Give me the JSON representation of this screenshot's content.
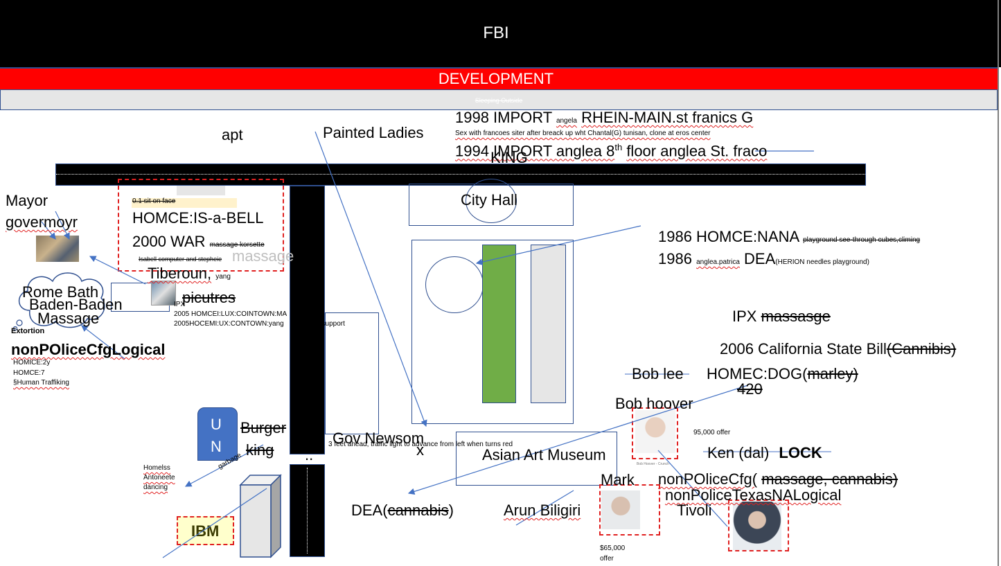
{
  "header": {
    "title": "FBI",
    "banner": "DEVELOPMENT",
    "subbar": "Sleeping Outside"
  },
  "labels": {
    "apt": "apt",
    "painted_ladies": "Painted Ladies",
    "import_1998": "1998 IMPORT",
    "import_1998_small": "angela",
    "import_1998_rest": "RHEIN-MAIN.st franics G",
    "sex_line": "Sex with francoes siter after breack up wht Chantal(G) tunisan, clone at eros center",
    "import_1994": "1994 IMPORT anglea 8",
    "import_1994_sup": "th",
    "import_1994_rest": "floor anglea St. fraco",
    "king_top": "KING",
    "city_hall": "City Hall",
    "mayor": "Mayor",
    "govermoyr": "govermoyr",
    "sit_on_face": "0.1 sit on face",
    "homce_bell": "HOMCE:IS-a-BELL",
    "war_2000": "2000 WAR",
    "massage_korsette": "massage korsette",
    "massage_ghost": "massage",
    "isabell": "Isabell computer and stepheie",
    "tiberoun": "Tiberoun,",
    "yang": "yang",
    "picutres": "picutres",
    "ipx_small": "IPX",
    "homcei_2005": "2005 HOMCEI:LUX:COINTOWN:MA",
    "hocemi_2005": "2005HOCEMI:UX:CONTOWN:yang",
    "support": "support",
    "rome_bath": "Rome Bath",
    "baden": "Baden-Baden",
    "massage_cloud": "Massage",
    "extortion": "Extortion",
    "nonpolice_logical": "nonPOliceCfgLogical",
    "homice_2y": "HOMICE:2y",
    "homce_7": "HOMCE:7",
    "human_traffiking": "§Human Traffiking",
    "homce_nana": "1986 HOMCE:NANA",
    "playground": "playground see-through cubes,climing",
    "dea_1986": "1986",
    "anglea_patrica": "anglea.patrica",
    "dea_label": "DEA",
    "herion": "(HERION needles playground)",
    "ipx": "IPX",
    "massasge": "massasge",
    "state_bill": "2006 California State Bill",
    "cannibis": "(Cannibis)",
    "bob_lee": "Bob lee",
    "homec_dog": "HOMEC:DOG(",
    "marley": "marley)",
    "n420": "420",
    "bob_hoover": "Bob hoover",
    "bob_hoover_caption": "Bob Hoover - Crunch",
    "offer_95": "95,000 offer",
    "ken": "Ken (dal)",
    "lock": "LOCK",
    "un_u": "U",
    "un_n": "N",
    "burger": "Burger",
    "king": "king",
    "garbage": "garbage",
    "homeless": "Homelss",
    "antoneete": "Antoneete",
    "dancing": "dancing",
    "ibm": "IBM",
    "gov_newsom": "Gov Newsom",
    "traffic": "3 feet ahead, traffic light to advance from left when turns red",
    "x": "x",
    "dots": "..",
    "asian_art": "Asian Art Museum",
    "mark": "Mark",
    "nonpolice_cfg": "nonPOliceCfg(",
    "massage_cannabis": "massage, cannabis)",
    "nonpolice_texas": "nonPoliceTexasNALogical",
    "tivoli": "Tivoli",
    "dea_cannabis_1": "DEA(",
    "dea_cannabis_2": "cannabis",
    "dea_cannabis_3": ")",
    "arun": "Arun Biligiri",
    "offer_65_a": "$65,000",
    "offer_65_b": "offer"
  },
  "colors": {
    "header_bg": "#000000",
    "banner_bg": "#ff0000",
    "subbar_bg": "#e6e6e6",
    "accent_blue": "#4472c4",
    "green": "#70ad47",
    "grey": "#e6e6e6",
    "ibm_fill": "#ffffcc"
  }
}
